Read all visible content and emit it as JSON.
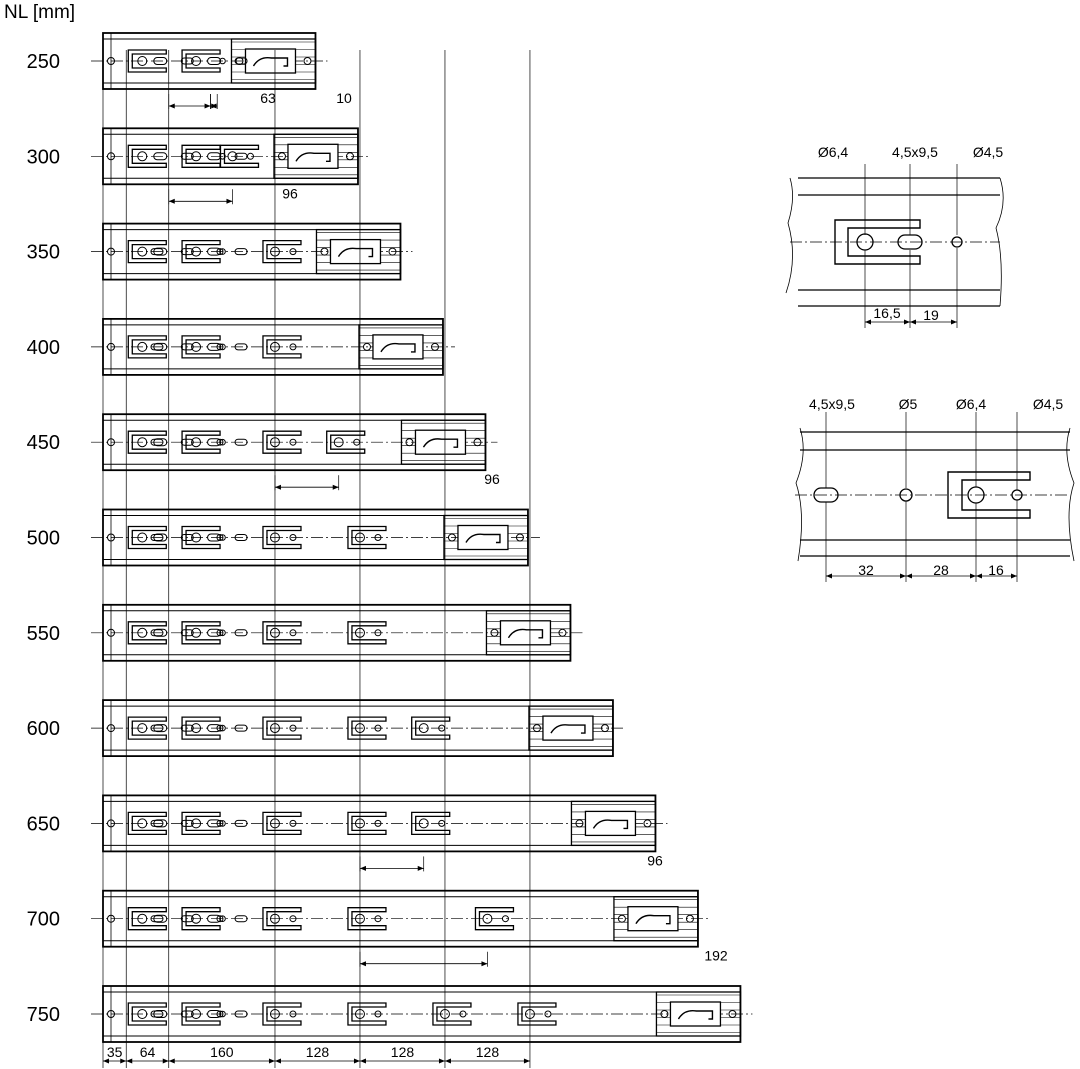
{
  "header": "NL [mm]",
  "rails": [
    {
      "nl": "250",
      "len": 320
    },
    {
      "nl": "300",
      "len": 384
    },
    {
      "nl": "350",
      "len": 448
    },
    {
      "nl": "400",
      "len": 512
    },
    {
      "nl": "450",
      "len": 576
    },
    {
      "nl": "500",
      "len": 640
    },
    {
      "nl": "550",
      "len": 704
    },
    {
      "nl": "600",
      "len": 768
    },
    {
      "nl": "650",
      "len": 832
    },
    {
      "nl": "700",
      "len": 896
    },
    {
      "nl": "750",
      "len": 960
    }
  ],
  "inter_dims": [
    {
      "row": 0,
      "text": "63"
    },
    {
      "row": 0,
      "text": "10"
    },
    {
      "row": 1,
      "text": "96"
    },
    {
      "row": 4,
      "text": "96"
    },
    {
      "row": 8,
      "text": "96"
    },
    {
      "row": 9,
      "text": "192"
    }
  ],
  "bottom_dims": [
    "35",
    "64",
    "160",
    "128",
    "128",
    "128"
  ],
  "detail1": {
    "labels": [
      "Ø6,4",
      "4,5x9,5",
      "Ø4,5"
    ],
    "dims": [
      "16,5",
      "19"
    ]
  },
  "detail2": {
    "labels": [
      "4,5x9,5",
      "Ø5",
      "Ø6,4",
      "Ø4,5"
    ],
    "dims": [
      "32",
      "28",
      "16"
    ]
  }
}
